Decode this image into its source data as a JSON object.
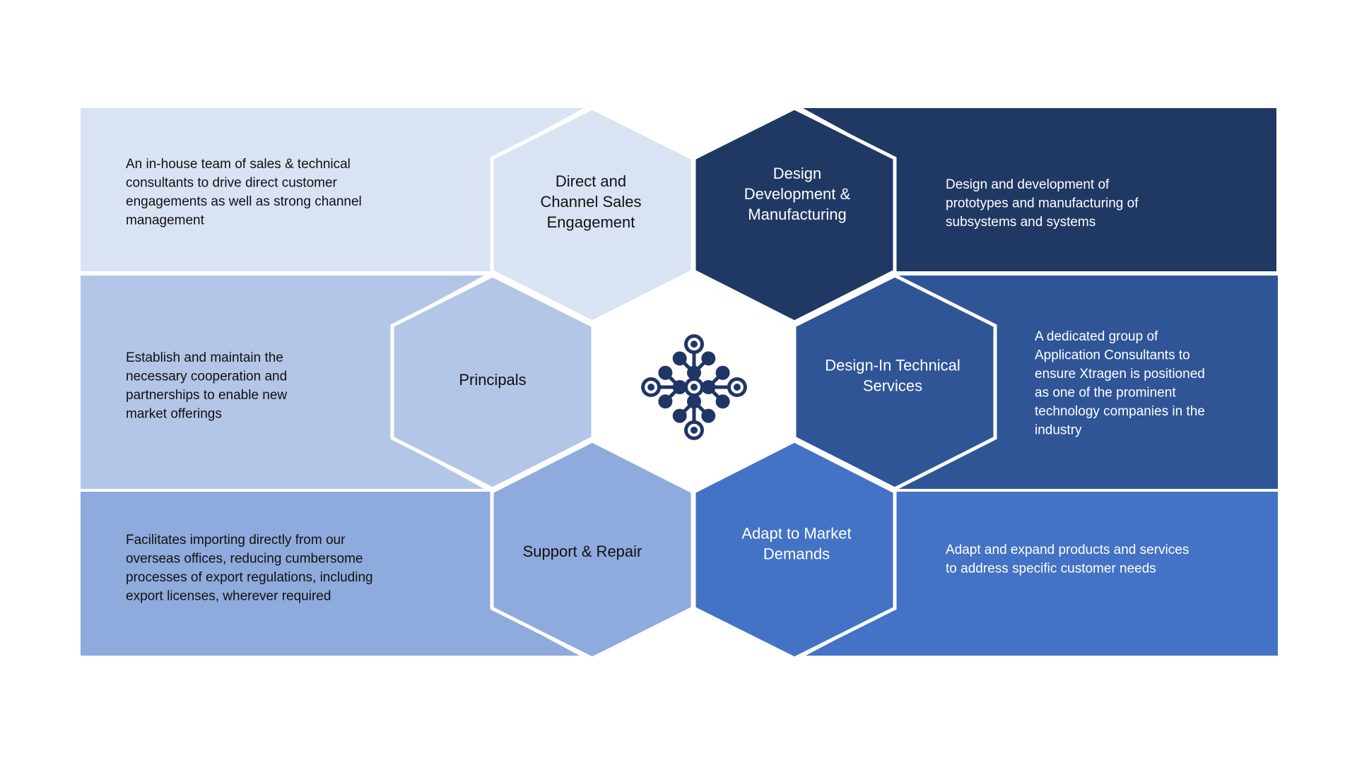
{
  "colors": {
    "background": "#ffffff",
    "divider": "#ffffff",
    "lightest": "#dae3f3",
    "light": "#b4c6e7",
    "medium_light": "#8faadc",
    "navy": "#203864",
    "dark_blue": "#2f5597",
    "medium_blue": "#4472c4",
    "dark_text": "#111111",
    "light_text": "#ffffff",
    "logo": "#1f3566"
  },
  "center": {
    "icon": "network-circuit-icon"
  },
  "items": [
    {
      "id": "direct-channel-sales",
      "label_lines": [
        "Direct and",
        "Channel Sales",
        "Engagement"
      ],
      "description_lines": [
        "An in-house team of sales & technical",
        "consultants to drive direct customer",
        "engagements  as well as strong channel",
        "management"
      ]
    },
    {
      "id": "design-development-manufacturing",
      "label_lines": [
        "Design",
        "Development &",
        "Manufacturing"
      ],
      "description_lines": [
        "Design and development of",
        "prototypes and manufacturing of",
        "subsystems and systems"
      ]
    },
    {
      "id": "principals",
      "label_lines": [
        "Principals"
      ],
      "description_lines": [
        "Establish and maintain the",
        "necessary cooperation and",
        "partnerships to enable new",
        "market offerings"
      ]
    },
    {
      "id": "design-in-technical-services",
      "label_lines": [
        "Design-In Technical",
        "Services"
      ],
      "description_lines": [
        "A dedicated  group of",
        "Application Consultants to",
        "ensure Xtragen  is positioned",
        "as one of the prominent",
        "technology companies in the",
        "industry"
      ]
    },
    {
      "id": "support-repair",
      "label_lines": [
        "Support & Repair"
      ],
      "description_lines": [
        "Facilitates importing directly from our",
        "overseas offices, reducing cumbersome",
        "processes of export regulations,  including",
        "export licenses, wherever required"
      ]
    },
    {
      "id": "adapt-market-demands",
      "label_lines": [
        "Adapt to Market",
        "Demands"
      ],
      "description_lines": [
        "Adapt and expand products and services",
        "to address specific customer needs"
      ]
    }
  ]
}
